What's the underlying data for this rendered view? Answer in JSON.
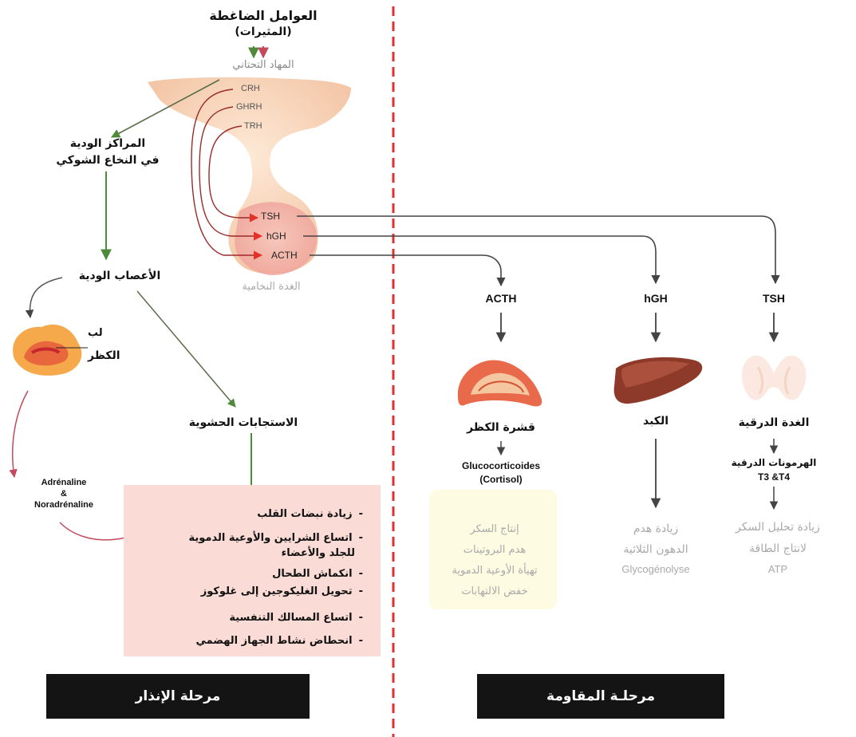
{
  "stressors": {
    "line1": "العوامل الضاغطة",
    "line2": "(المثيرات)"
  },
  "hypothalamus": "المهاد التحتاني",
  "releasing_hormones": [
    "CRH",
    "GHRH",
    "TRH"
  ],
  "pituitary_hormones": [
    "TSH",
    "hGH",
    "ACTH"
  ],
  "pituitary_label": "الغدة النخامية",
  "sympathetic_centers": {
    "line1": "المراكز الودية",
    "line2": "في النخاع الشوكي"
  },
  "sympathetic_nerves": "الأعصاب الودية",
  "adrenal_medulla": {
    "line1": "لب",
    "line2": "الكظر"
  },
  "visceral_responses": "الاستجابات الحشوية",
  "catecholamines": {
    "line1": "Adrénaline",
    "line2": "&",
    "line3": "Noradrénaline"
  },
  "alarm_effects": [
    "زيادة نبضات القلب",
    "اتساع الشرايين والأوعية الدموية",
    "للجلد والأعضاء",
    "انكماش الطحال",
    "تحويل الغليكوجين إلى غلوكوز",
    "اتساع المسالك التنفسية",
    "انحطاض نشاط الجهاز الهضمي"
  ],
  "effect_bullet": "-",
  "branches": {
    "acth": {
      "hormone": "ACTH",
      "organ": "قشرة الكظر",
      "product": {
        "line1": "Glucocorticoides",
        "line2": "(Cortisol)"
      },
      "effects": [
        "إنتاج السكر",
        "هدم البروتينات",
        "تهيأة الأوعية الدموية",
        "خفض الالتهابات"
      ]
    },
    "hgh": {
      "hormone": "hGH",
      "organ": "الكبد",
      "effects": [
        "زيادة هدم",
        "الدهون الثلاثية",
        "Glycogénolyse"
      ]
    },
    "tsh": {
      "hormone": "TSH",
      "organ": "الغدة الدرقية",
      "product": {
        "line1": "الهرمونات الدرقية",
        "line2": "T3 &T4"
      },
      "effects": [
        "زيادة تحليل السكر",
        "لانتاج الطاقة",
        "ATP"
      ]
    }
  },
  "phases": {
    "alarm": "مرحلة الإنذار",
    "resistance": "مرحلـة المقاومة"
  },
  "colors": {
    "divider": "#e0302f",
    "green_arrow": "#4e8a3a",
    "red_arrow": "#c24a5c",
    "dark_arrow": "#444444",
    "effects_bg": "#fadbd5",
    "pituitary": "#f6d3b6"
  }
}
